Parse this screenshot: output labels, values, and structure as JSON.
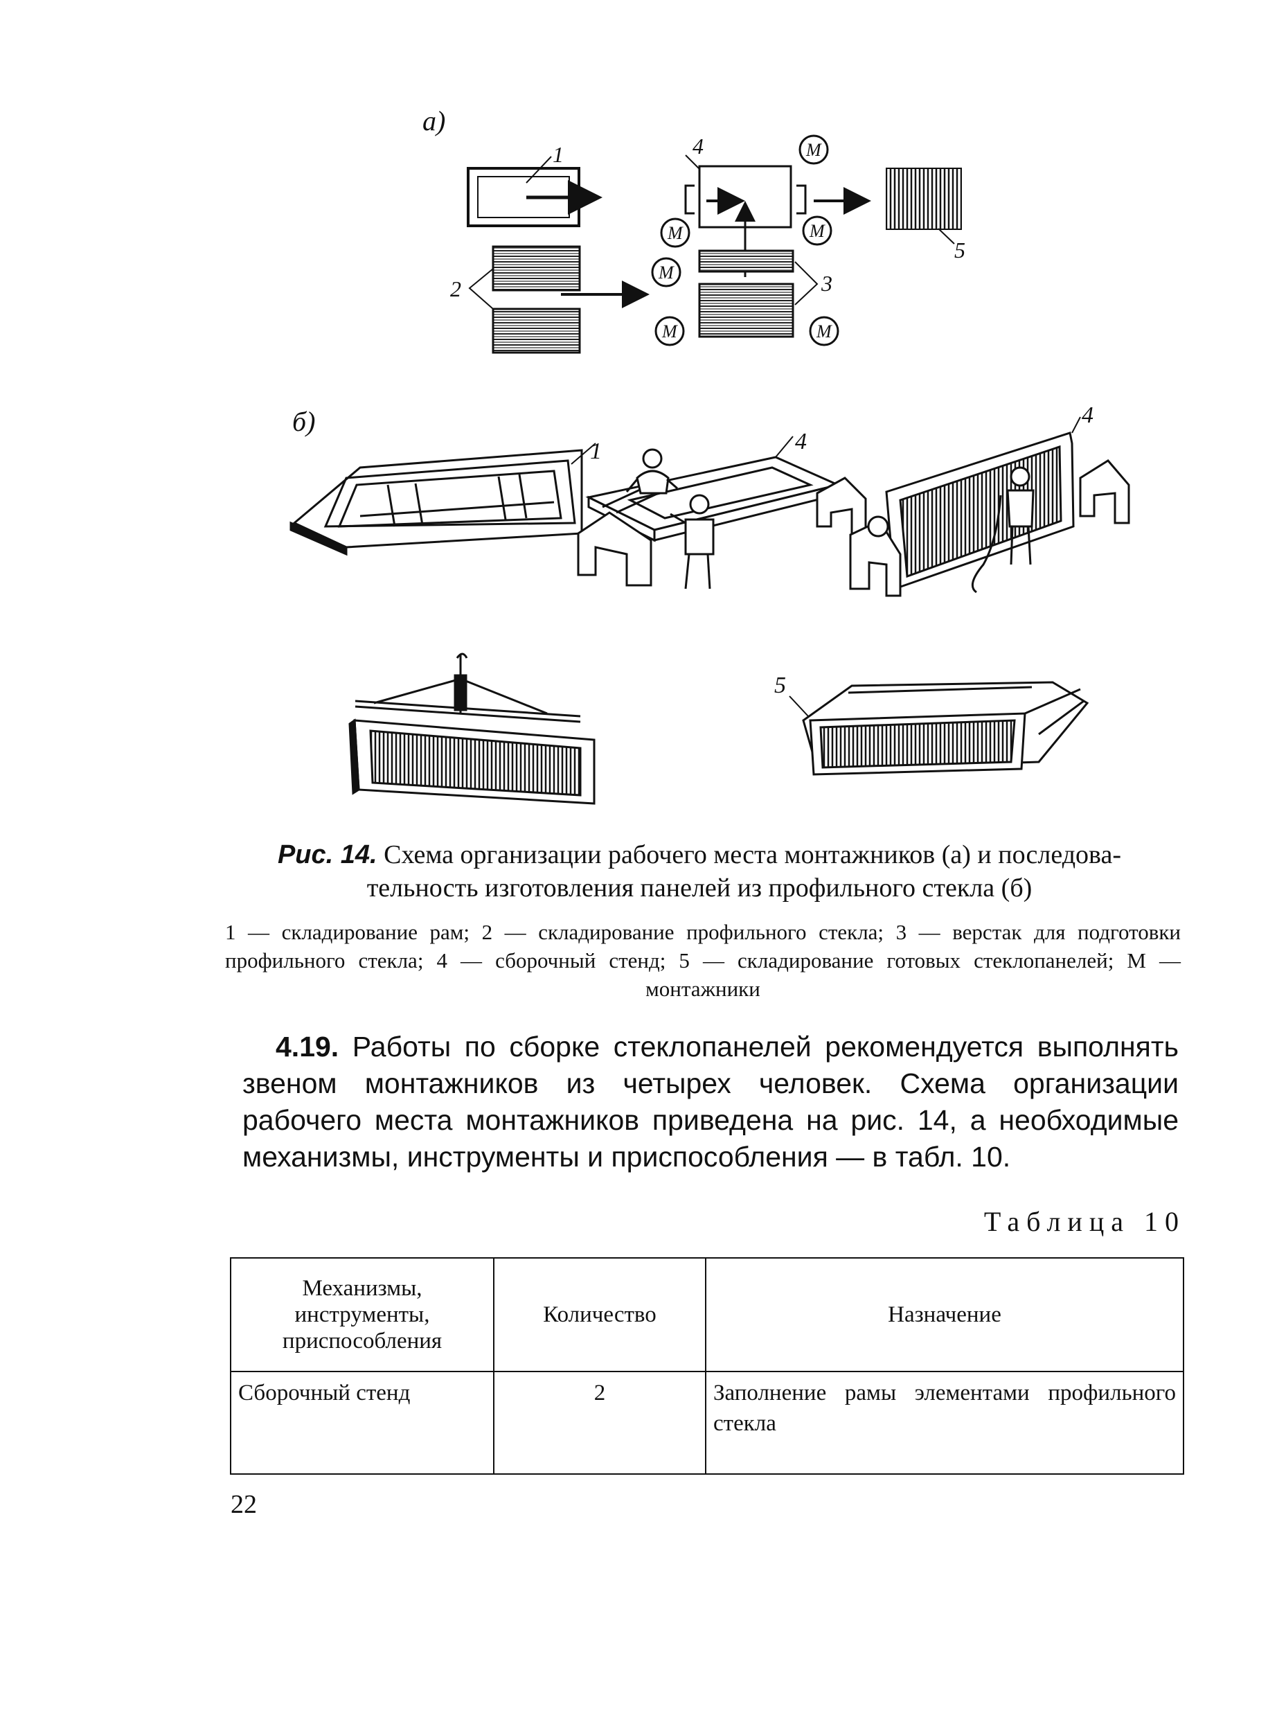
{
  "figure": {
    "panel_a_label": "а)",
    "panel_b_label": "б)",
    "numbers": [
      "1",
      "2",
      "3",
      "4",
      "5"
    ],
    "worker_mark": "М"
  },
  "caption": {
    "fig_no": "Рис. 14.",
    "line1_text": "Схема организации рабочего места монтажников (а) и последова-",
    "line2_text": "тельность изготовления панелей из профильного стекла (б)"
  },
  "legend": {
    "text": "1 — складирование рам; 2 — складирование профильного стекла; 3 — верстак для подготовки профильного стекла; 4 — сборочный стенд; 5 — складирование готовых стеклопанелей; М — монтажники"
  },
  "paragraph": {
    "number": "4.19.",
    "text": "Работы по сборке стеклопанелей рекомендуется выполнять звеном монтажников из четырех человек. Схема организации рабочего места монтажников приведена на рис. 14, а необходимые механизмы, инструменты и приспособления — в табл. 10."
  },
  "table": {
    "title": "Таблица 10",
    "headers": [
      "Механизмы, инструменты, приспособления",
      "Количество",
      "Назначение"
    ],
    "rows": [
      [
        "Сборочный стенд",
        "2",
        "Заполнение рамы элементами профильного стекла"
      ]
    ]
  },
  "page_number": "22"
}
